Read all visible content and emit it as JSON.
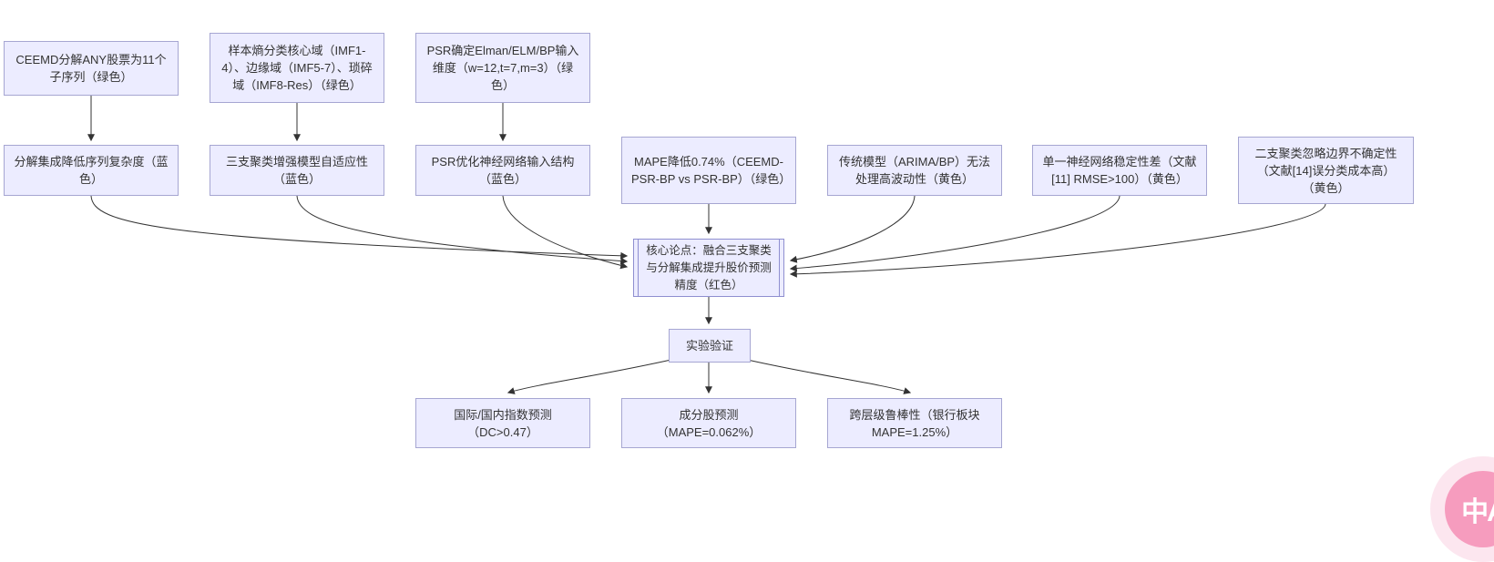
{
  "diagram": {
    "type": "flowchart",
    "nodes": {
      "a1": {
        "label": "CEEMD分解ANY股票为11个子序列（绿色）"
      },
      "a2": {
        "label": "样本熵分类核心域（IMF1-4）、边缘域（IMF5-7）、琐碎域（IMF8-Res）（绿色）"
      },
      "a3": {
        "label": "PSR确定Elman/ELM/BP输入维度（w=12,t=7,m=3）（绿色）"
      },
      "b1": {
        "label": "分解集成降低序列复杂度（蓝色）"
      },
      "b2": {
        "label": "三支聚类增强模型自适应性（蓝色）"
      },
      "b3": {
        "label": "PSR优化神经网络输入结构（蓝色）"
      },
      "b4": {
        "label": "MAPE降低0.74%（CEEMD-PSR-BP vs PSR-BP）（绿色）"
      },
      "b5": {
        "label": "传统模型（ARIMA/BP）无法处理高波动性（黄色）"
      },
      "b6": {
        "label": "单一神经网络稳定性差（文献[11] RMSE>100）（黄色）"
      },
      "b7": {
        "label": "二支聚类忽略边界不确定性（文献[14]误分类成本高）（黄色）"
      },
      "core": {
        "label": "核心论点：融合三支聚类与分解集成提升股价预测精度（红色）"
      },
      "exp": {
        "label": "实验验证"
      },
      "c1": {
        "label": "国际/国内指数预测（DC>0.47）"
      },
      "c2": {
        "label": "成分股预测（MAPE=0.062%）"
      },
      "c3": {
        "label": "跨层级鲁棒性（银行板块 MAPE=1.25%）"
      }
    },
    "colors": {
      "node_fill": "#ECECFF",
      "node_border": "#a6a6d2",
      "core_border": "#8f8fd0",
      "edge": "#333333"
    }
  },
  "translate_button": {
    "label": "中A",
    "color": "#f69cbe"
  }
}
